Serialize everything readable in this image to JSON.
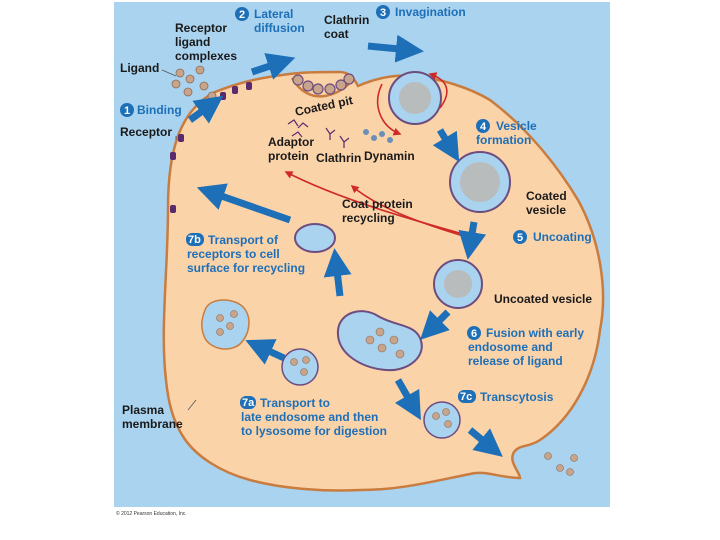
{
  "colors": {
    "panel": "#a9d3ef",
    "cell": "#fbd3a9",
    "membrane": "#c97c3f",
    "arrow_blue": "#1d6fb8",
    "arrow_red": "#cf2a27",
    "receptor": "#5a2a6e",
    "ligand": "#c8a58a"
  },
  "labels": {
    "ligand": "Ligand",
    "receptor_ligand_1": "Receptor",
    "receptor_ligand_2": "ligand",
    "receptor_ligand_3": "complexes",
    "receptor": "Receptor",
    "clathrin_coat_1": "Clathrin",
    "clathrin_coat_2": "coat",
    "coated_pit": "Coated pit",
    "adaptor_1": "Adaptor",
    "adaptor_2": "protein",
    "clathrin": "Clathrin",
    "dynamin": "Dynamin",
    "coated_vesicle_1": "Coated",
    "coated_vesicle_2": "vesicle",
    "coat_recycling_1": "Coat protein",
    "coat_recycling_2": "recycling",
    "uncoated_vesicle": "Uncoated vesicle",
    "plasma_1": "Plasma",
    "plasma_2": "membrane",
    "copyright": "© 2012 Pearson Education, Inc."
  },
  "steps": [
    {
      "num": "1",
      "lines": [
        "Binding"
      ]
    },
    {
      "num": "2",
      "lines": [
        "Lateral",
        "diffusion"
      ]
    },
    {
      "num": "3",
      "lines": [
        "Invagination"
      ]
    },
    {
      "num": "4",
      "lines": [
        "Vesicle",
        "formation"
      ]
    },
    {
      "num": "5",
      "lines": [
        "Uncoating"
      ]
    },
    {
      "num": "6",
      "lines": [
        "Fusion with early",
        "endosome and",
        "release of ligand"
      ]
    },
    {
      "num": "7a",
      "lines": [
        "Transport to",
        "late endosome and then",
        "to lysosome for digestion"
      ]
    },
    {
      "num": "7b",
      "lines": [
        "Transport of",
        "receptors to cell",
        "surface for recycling"
      ]
    },
    {
      "num": "7c",
      "lines": [
        "Transcytosis"
      ]
    }
  ]
}
